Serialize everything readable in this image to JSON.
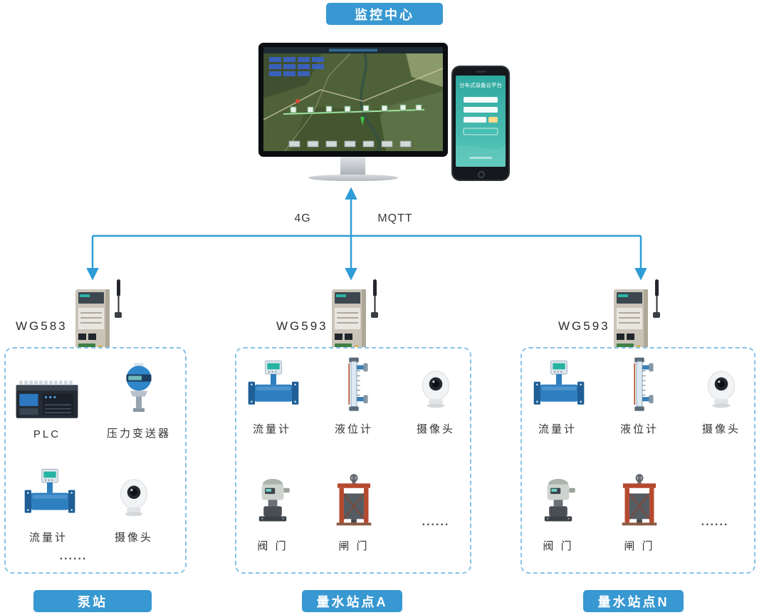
{
  "header": {
    "title": "监控中心"
  },
  "network": {
    "left": "4G",
    "right": "MQTT"
  },
  "phone": {
    "app_title": "分布式设备云平台"
  },
  "gateways": [
    {
      "model": "WG583"
    },
    {
      "model": "WG593"
    },
    {
      "model": "WG593"
    }
  ],
  "sites": [
    {
      "name": "泵站",
      "devices": [
        {
          "type": "plc",
          "label": "PLC"
        },
        {
          "type": "pressure-transmitter",
          "label": "压力变送器"
        },
        {
          "type": "flow-meter",
          "label": "流量计"
        },
        {
          "type": "camera",
          "label": "摄像头"
        }
      ],
      "ellipsis": "......"
    },
    {
      "name": "量水站点A",
      "devices": [
        {
          "type": "flow-meter",
          "label": "流量计"
        },
        {
          "type": "level-meter",
          "label": "液位计"
        },
        {
          "type": "camera",
          "label": "摄像头"
        },
        {
          "type": "valve",
          "label": "阀 门"
        },
        {
          "type": "gate",
          "label": "闸 门"
        }
      ],
      "ellipsis": "......"
    },
    {
      "name": "量水站点N",
      "devices": [
        {
          "type": "flow-meter",
          "label": "流量计"
        },
        {
          "type": "level-meter",
          "label": "液位计"
        },
        {
          "type": "camera",
          "label": "摄像头"
        },
        {
          "type": "valve",
          "label": "阀 门"
        },
        {
          "type": "gate",
          "label": "闸 门"
        }
      ],
      "ellipsis": "......"
    }
  ],
  "colors": {
    "accent": "#3898D1",
    "arrow": "#2E9CD6",
    "dashed_border": "#85C3E6"
  }
}
